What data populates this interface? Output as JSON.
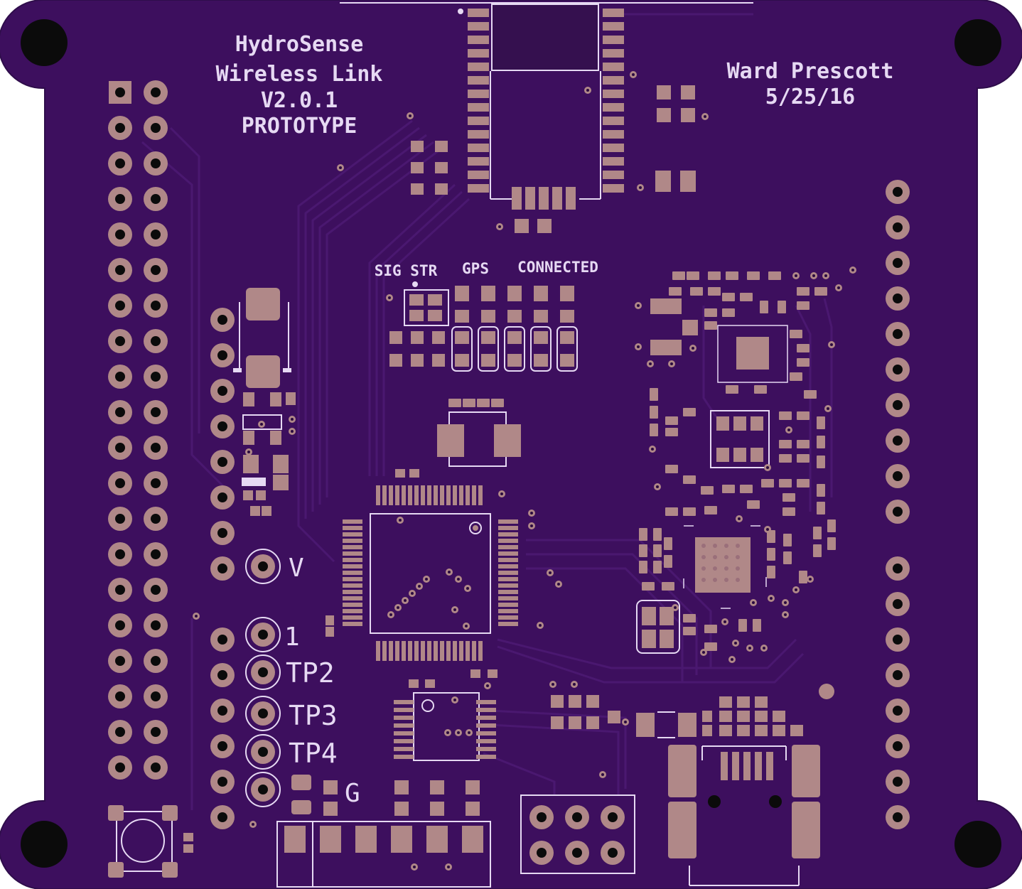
{
  "silkscreen": {
    "project_name": "HydroSense",
    "subtitle": "Wireless Link",
    "version": "V2.0.1",
    "stage": "PROTOTYPE",
    "author": "Ward Prescott",
    "date": "5/25/16",
    "led_labels": [
      "SIG STR",
      "GPS",
      "CONNECTED"
    ],
    "test_points": [
      "V",
      "1",
      "TP2",
      "TP3",
      "TP4",
      "G"
    ]
  },
  "colors": {
    "substrate": "#3d0f5e",
    "board_edge": "#321050",
    "copper_pad": "#b08888",
    "hole": "#0b0b0b",
    "silkscreen": "#e6d9f3",
    "trace": "#4a1870"
  }
}
